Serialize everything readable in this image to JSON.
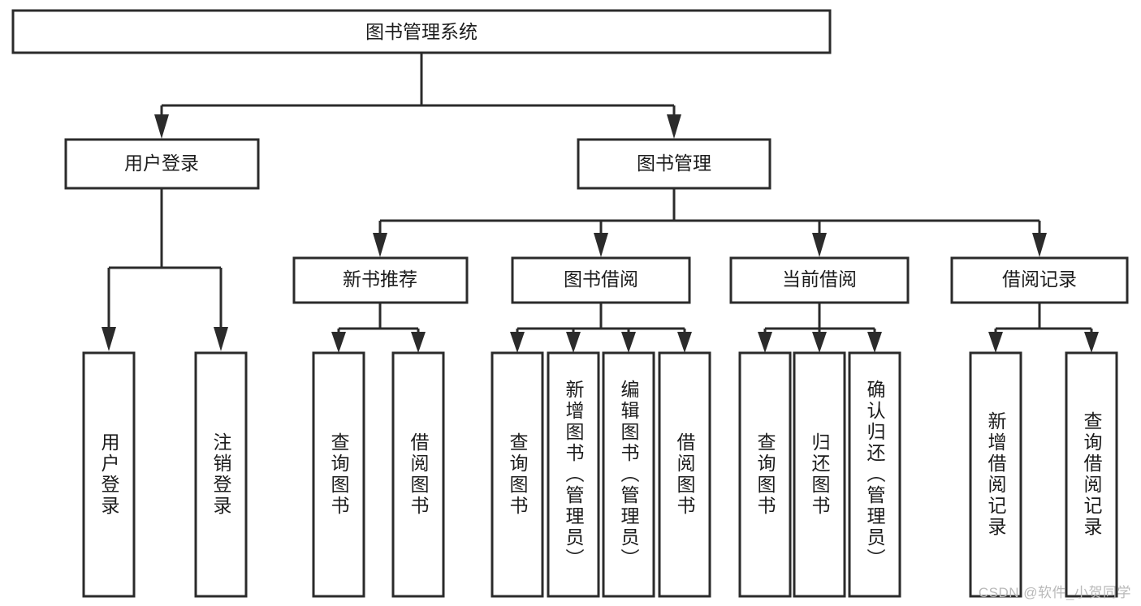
{
  "diagram": {
    "type": "tree-hierarchy",
    "title": "图书管理系统",
    "watermark": "CSDN @软件_小贺同学",
    "colors": {
      "stroke": "#2b2b2b",
      "fill": "#ffffff",
      "text": "#1c1c1c",
      "watermark": "#b9b9b9"
    },
    "levels": {
      "root": {
        "label": "图书管理系统"
      },
      "level2": [
        {
          "label": "用户登录"
        },
        {
          "label": "图书管理"
        }
      ],
      "level3": [
        {
          "label": "新书推荐"
        },
        {
          "label": "图书借阅"
        },
        {
          "label": "当前借阅"
        },
        {
          "label": "借阅记录"
        }
      ],
      "leaves": {
        "user_login": [
          {
            "label": "用户登录"
          },
          {
            "label": "注销登录"
          }
        ],
        "new_book_recommend": [
          {
            "label": "查询图书"
          },
          {
            "label": "借阅图书"
          }
        ],
        "book_borrow": [
          {
            "label": "查询图书"
          },
          {
            "label": "新增图书（管理员）"
          },
          {
            "label": "编辑图书（管理员）"
          },
          {
            "label": "借阅图书"
          }
        ],
        "current_borrow": [
          {
            "label": "查询图书"
          },
          {
            "label": "归还图书"
          },
          {
            "label": "确认归还（管理员）"
          }
        ],
        "borrow_records": [
          {
            "label": "新增借阅记录"
          },
          {
            "label": "查询借阅记录"
          }
        ]
      }
    }
  }
}
